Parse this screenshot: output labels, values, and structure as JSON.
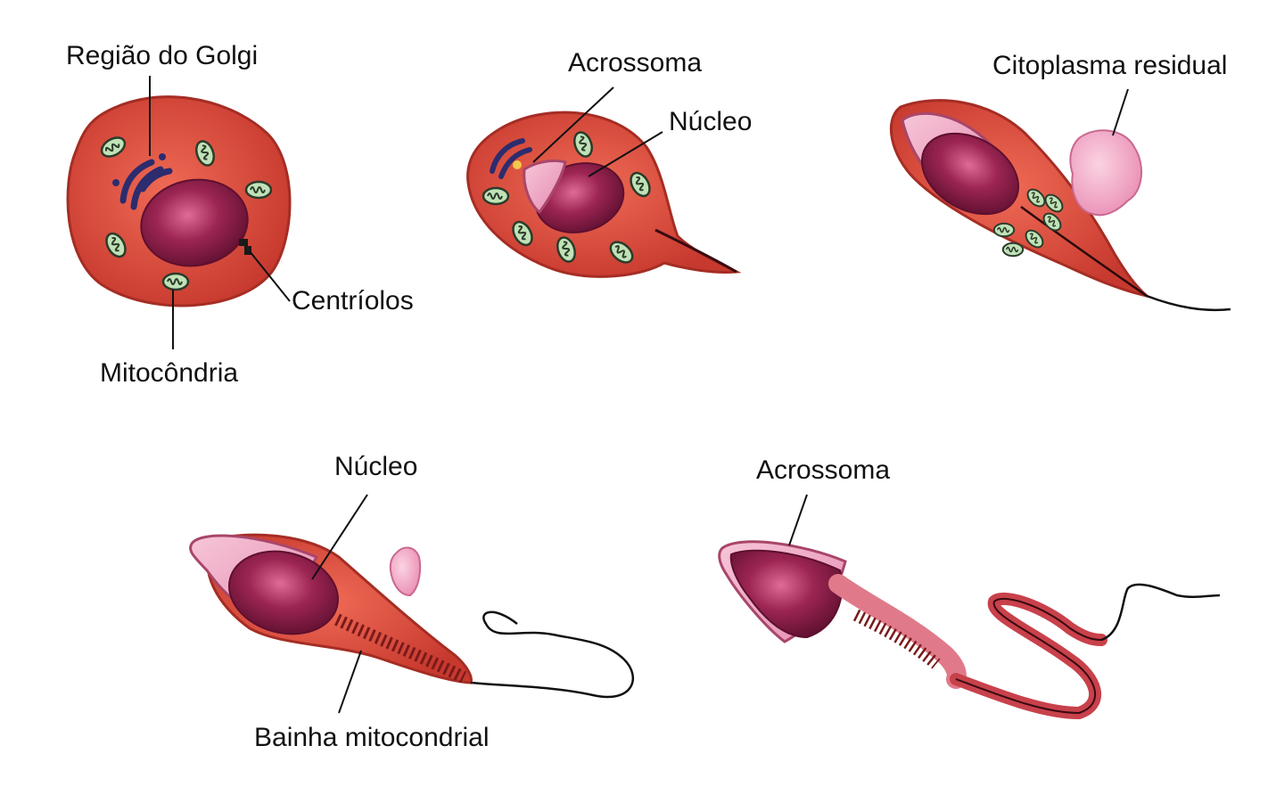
{
  "colors": {
    "cell_body": "#d44a3a",
    "cell_edge": "#a52d24",
    "nucleus": "#8e1f4a",
    "nucleus_highlight": "#e06b96",
    "acrosome": "#f0a9c4",
    "acrosome_edge": "#a8466a",
    "mitochondria": "#bfe2b6",
    "golgi": "#2c2c6e",
    "residual_cytoplasm": "#f3a9c6",
    "line": "#111111"
  },
  "stages": [
    {
      "id": 1,
      "labels": {
        "golgi": "Região do Golgi",
        "centrioles": "Centríolos",
        "mitochondria": "Mitocôndria"
      }
    },
    {
      "id": 2,
      "labels": {
        "acrosome": "Acrossoma",
        "nucleus": "Núcleo"
      }
    },
    {
      "id": 3,
      "labels": {
        "residual_cytoplasm": "Citoplasma residual"
      }
    },
    {
      "id": 4,
      "labels": {
        "nucleus": "Núcleo",
        "mitochondrial_sheath": "Bainha mitocondrial"
      }
    },
    {
      "id": 5,
      "labels": {
        "acrosome": "Acrossoma"
      }
    }
  ]
}
